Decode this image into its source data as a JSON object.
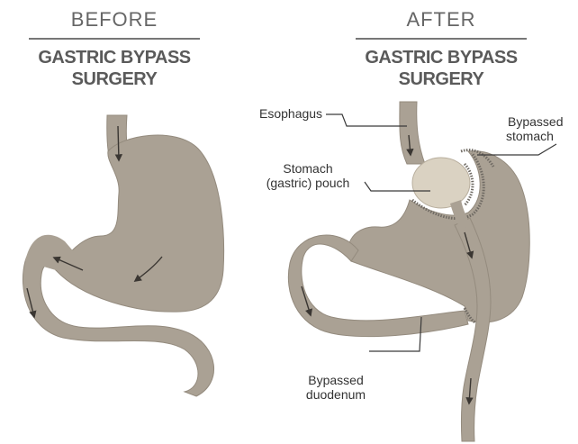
{
  "before": {
    "title": "BEFORE",
    "procedure_line1": "GASTRIC BYPASS",
    "procedure_line2": "SURGERY"
  },
  "after": {
    "title": "AFTER",
    "procedure_line1": "GASTRIC BYPASS",
    "procedure_line2": "SURGERY"
  },
  "labels": {
    "esophagus": "Esophagus",
    "bypassed_stomach_line1": "Bypassed",
    "bypassed_stomach_line2": "stomach",
    "pouch_line1": "Stomach",
    "pouch_line2": "(gastric) pouch",
    "bypassed_duodenum_line1": "Bypassed",
    "bypassed_duodenum_line2": "duodenum"
  },
  "colors": {
    "organ": "#aaa194",
    "organ_outline": "#948b7e",
    "pouch": "#dad2c2",
    "staple": "#6f6a63",
    "arrow": "#3a3632",
    "leader": "#3a3a3a"
  }
}
